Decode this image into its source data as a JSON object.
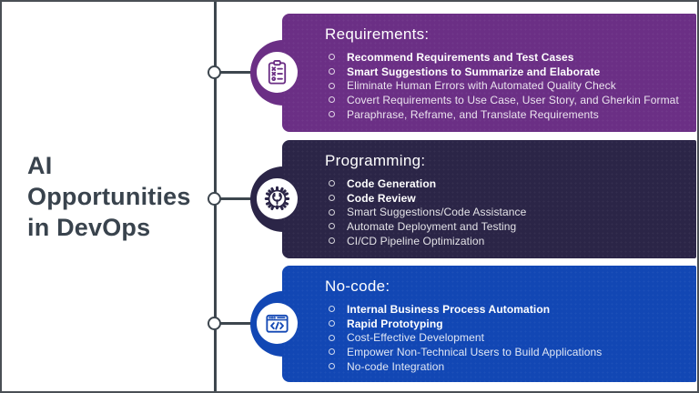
{
  "main_title": {
    "lines": [
      "AI",
      "Opportunities",
      "in DevOps"
    ]
  },
  "panels": [
    {
      "title": "Requirements:",
      "color": "#6B2F85",
      "icon": "checklist-clipboard",
      "items": [
        {
          "text": "Recommend Requirements and Test Cases",
          "bold": true
        },
        {
          "text": "Smart Suggestions to Summarize and Elaborate",
          "bold": true
        },
        {
          "text": "Eliminate Human Errors with Automated Quality Check",
          "bold": false
        },
        {
          "text": "Covert Requirements to Use Case, User Story, and Gherkin Format",
          "bold": false
        },
        {
          "text": "Paraphrase, Reframe, and Translate Requirements",
          "bold": false
        }
      ]
    },
    {
      "title": "Programming:",
      "color": "#2B2547",
      "icon": "gear-wrench",
      "items": [
        {
          "text": "Code Generation",
          "bold": true
        },
        {
          "text": "Code Review",
          "bold": true
        },
        {
          "text": "Smart Suggestions/Code Assistance",
          "bold": false
        },
        {
          "text": "Automate Deployment and Testing",
          "bold": false
        },
        {
          "text": "CI/CD Pipeline Optimization",
          "bold": false
        }
      ]
    },
    {
      "title": "No-code:",
      "color": "#1247B4",
      "icon": "code-window",
      "items": [
        {
          "text": "Internal Business Process Automation",
          "bold": true
        },
        {
          "text": "Rapid Prototyping",
          "bold": true
        },
        {
          "text": "Cost-Effective Development",
          "bold": false
        },
        {
          "text": "Empower Non-Technical Users to Build Applications",
          "bold": false
        },
        {
          "text": "No-code Integration",
          "bold": false
        }
      ]
    }
  ],
  "colors": {
    "connector": "#3D464E",
    "title_text": "#39434D",
    "frame_border": "#4A4F55",
    "panel_text": "#FFFFFF"
  }
}
